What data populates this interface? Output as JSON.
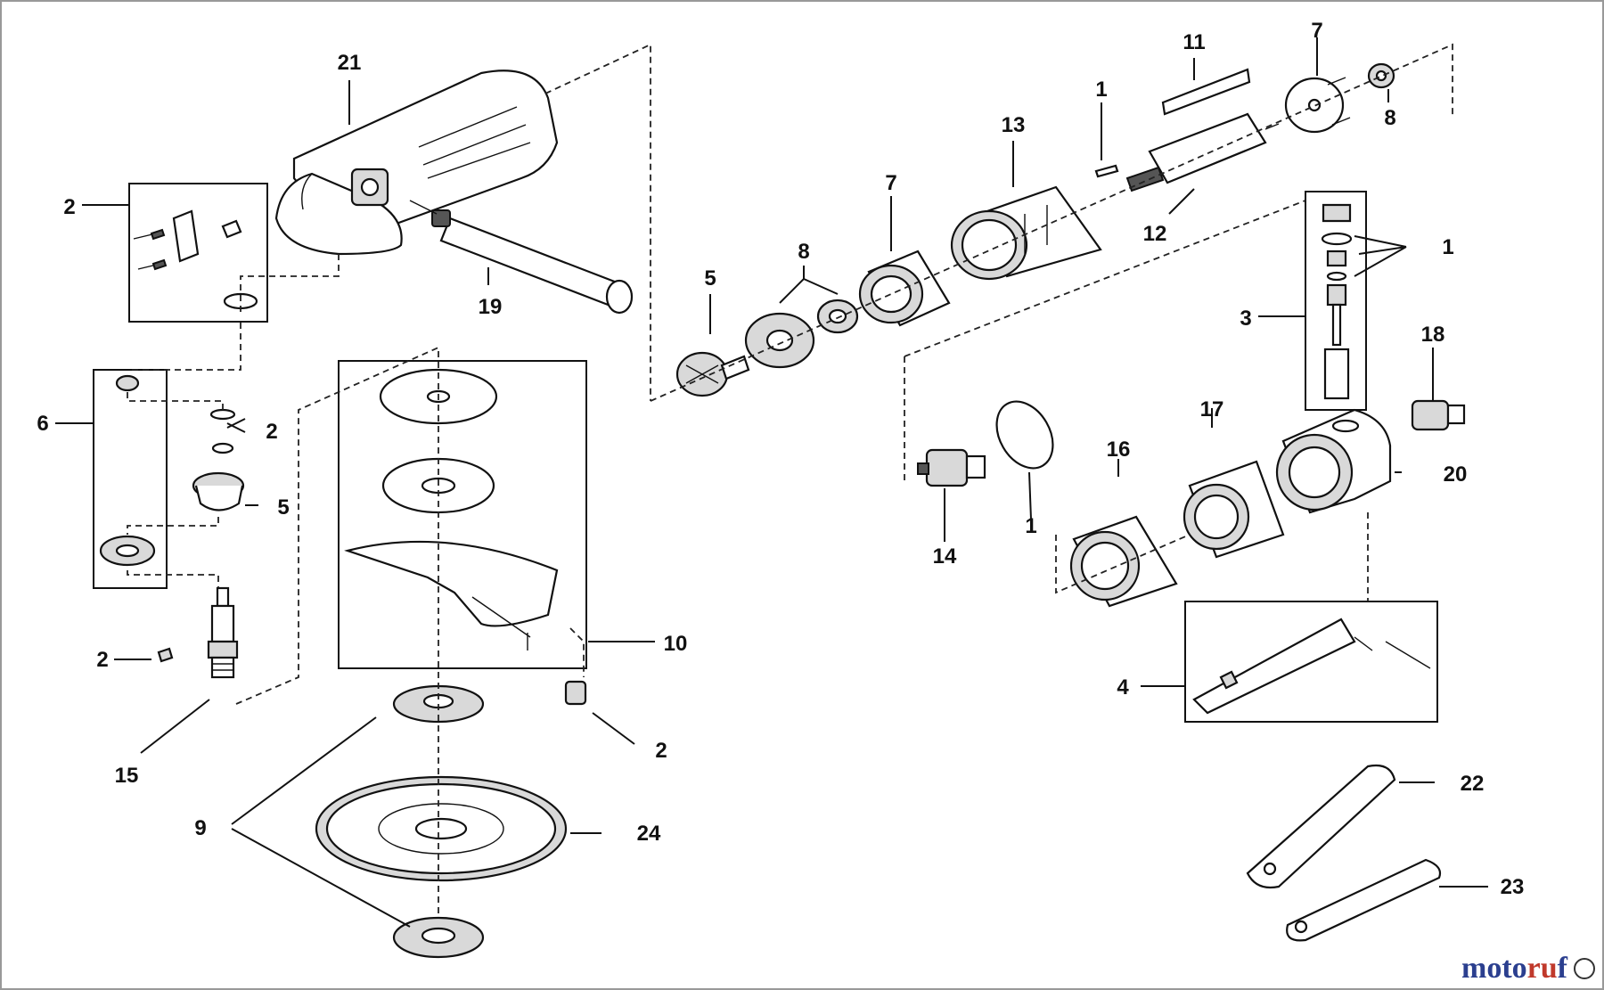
{
  "labels": {
    "l1a": "1",
    "l1b": "1",
    "l1c": "1",
    "l2a": "2",
    "l2b": "2",
    "l2c": "2",
    "l2d": "2",
    "l3": "3",
    "l4": "4",
    "l5a": "5",
    "l5b": "5",
    "l6": "6",
    "l7a": "7",
    "l7b": "7",
    "l8a": "8",
    "l8b": "8",
    "l9": "9",
    "l10": "10",
    "l11": "11",
    "l12": "12",
    "l13": "13",
    "l14": "14",
    "l15": "15",
    "l16": "16",
    "l17": "17",
    "l18": "18",
    "l19": "19",
    "l20": "20",
    "l21": "21",
    "l22": "22",
    "l23": "23",
    "l24": "24"
  },
  "watermark": {
    "brand_a": "moto",
    "brand_b": "ru",
    "brand_c": "f"
  },
  "colors": {
    "line": "#111111",
    "brand_blue": "#2b3f8f",
    "brand_red": "#c0392b"
  }
}
